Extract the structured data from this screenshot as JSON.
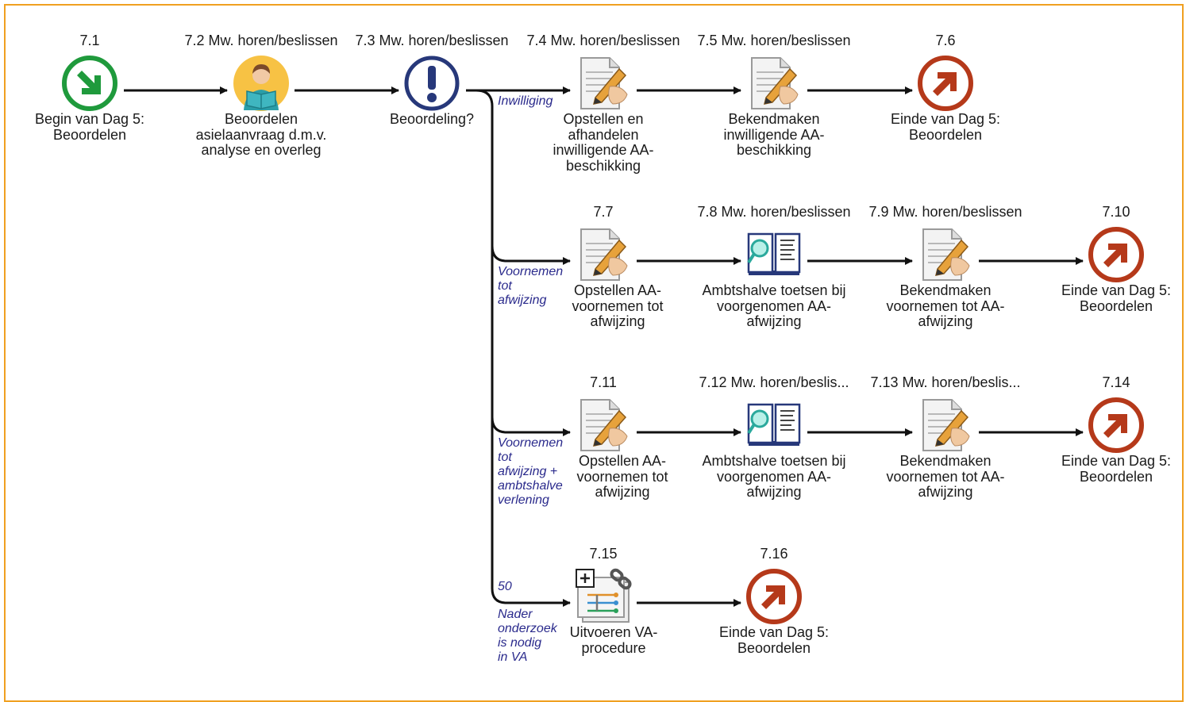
{
  "colors": {
    "frame": "#f0a020",
    "start": "#1f9a3c",
    "end": "#b5391a",
    "gateway": "#27387a",
    "condition_text": "#2a2a8c"
  },
  "nodes": [
    {
      "key": "n71",
      "id": "7.1",
      "label": "Begin van Dag 5:\nBeoordelen",
      "icon": "start-event-icon"
    },
    {
      "key": "n72",
      "id": "7.2 Mw. horen/beslissen",
      "label": "Beoordelen\nasielaanvraag d.m.v.\nanalyse en overleg",
      "icon": "person-reading-icon"
    },
    {
      "key": "n73",
      "id": "7.3 Mw. horen/beslissen",
      "label": "Beoordeling?",
      "icon": "exclamation-gateway-icon"
    },
    {
      "key": "n74",
      "id": "7.4 Mw. horen/beslissen",
      "label": "Opstellen en\nafhandelen\ninwilligende AA-\nbeschikking",
      "icon": "document-edit-icon"
    },
    {
      "key": "n75",
      "id": "7.5 Mw. horen/beslissen",
      "label": "Bekendmaken\ninwilligende AA-\nbeschikking",
      "icon": "document-edit-icon"
    },
    {
      "key": "n76",
      "id": "7.6",
      "label": "Einde van Dag 5:\nBeoordelen",
      "icon": "end-event-icon"
    },
    {
      "key": "n77",
      "id": "7.7",
      "label": "Opstellen AA-\nvoornemen tot\nafwijzing",
      "icon": "document-edit-icon"
    },
    {
      "key": "n78",
      "id": "7.8 Mw. horen/beslissen",
      "label": "Ambtshalve toetsen bij\nvoorgenomen AA-\nafwijzing",
      "icon": "book-search-icon"
    },
    {
      "key": "n79",
      "id": "7.9 Mw. horen/beslissen",
      "label": "Bekendmaken\nvoornemen tot AA-\nafwijzing",
      "icon": "document-edit-icon"
    },
    {
      "key": "n710",
      "id": "7.10",
      "label": "Einde van Dag 5:\nBeoordelen",
      "icon": "end-event-icon"
    },
    {
      "key": "n711",
      "id": "7.11",
      "label": "Opstellen AA-\nvoornemen tot\nafwijzing",
      "icon": "document-edit-icon"
    },
    {
      "key": "n712",
      "id": "7.12 Mw. horen/beslis...",
      "label": "Ambtshalve toetsen bij\nvoorgenomen AA-\nafwijzing",
      "icon": "book-search-icon"
    },
    {
      "key": "n713",
      "id": "7.13 Mw. horen/beslis...",
      "label": "Bekendmaken\nvoornemen tot AA-\nafwijzing",
      "icon": "document-edit-icon"
    },
    {
      "key": "n714",
      "id": "7.14",
      "label": "Einde van Dag 5:\nBeoordelen",
      "icon": "end-event-icon"
    },
    {
      "key": "n715",
      "id": "7.15",
      "label": "Uitvoeren VA-\nprocedure",
      "icon": "subprocess-icon"
    },
    {
      "key": "n716",
      "id": "7.16",
      "label": "Einde van Dag 5:\nBeoordelen",
      "icon": "end-event-icon"
    }
  ],
  "conditions": [
    {
      "key": "c1",
      "text": "Inwilliging"
    },
    {
      "key": "c2",
      "text": "Voornemen\ntot\nafwijzing"
    },
    {
      "key": "c3",
      "text": "Voornemen\ntot\nafwijzing +\nambtshalve\nverlening"
    },
    {
      "key": "c4a",
      "text": "50"
    },
    {
      "key": "c4b",
      "text": "Nader\nonderzoek\nis nodig\nin VA"
    }
  ]
}
